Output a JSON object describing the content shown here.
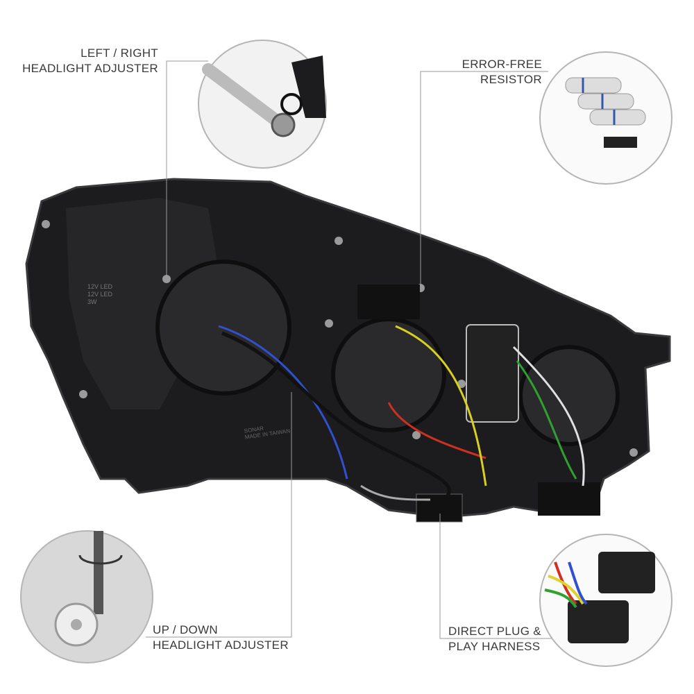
{
  "callouts": {
    "lr_adjuster": {
      "line1": "LEFT / RIGHT",
      "line2": "HEADLIGHT ADJUSTER"
    },
    "resistor": {
      "line1": "ERROR-FREE",
      "line2": "RESISTOR"
    },
    "ud_adjuster": {
      "line1": "UP / DOWN",
      "line2": "HEADLIGHT ADJUSTER"
    },
    "harness": {
      "line1": "DIRECT PLUG &",
      "line2": "PLAY HARNESS"
    }
  },
  "housing_markings": {
    "bulb_1": "12V LED",
    "bulb_2": "12V LED",
    "bulb_3": "3W",
    "made_in": "MADE IN TAIWAN",
    "brand": "SONAR"
  },
  "colors": {
    "housing": "#1c1c1e",
    "housing_edge": "#2c2c2e",
    "leader": "#9a9a9a",
    "circle_border": "#b5b5b5",
    "text": "#3a3a3a"
  }
}
